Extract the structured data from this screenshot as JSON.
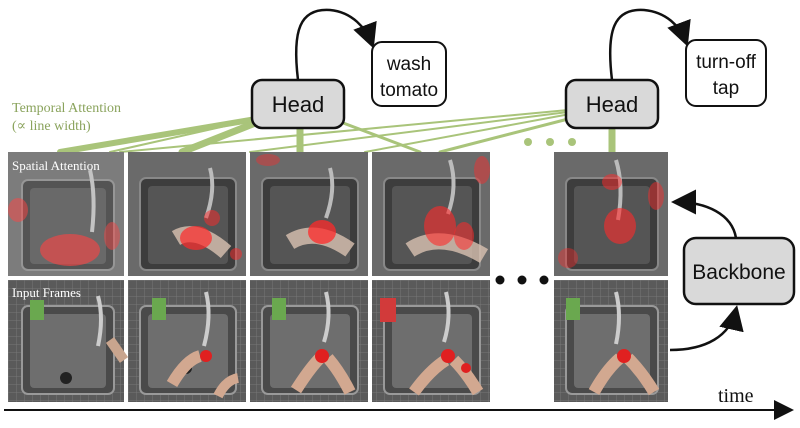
{
  "labels": {
    "temporal_attention_line1": "Temporal Attention",
    "temporal_attention_line2": "(∝ line width)",
    "spatial_attention": "Spatial Attention",
    "input_frames": "Input Frames",
    "head_left": "Head",
    "head_right": "Head",
    "output_left_line1": "wash",
    "output_left_line2": "tomato",
    "output_right_line1": "turn-off",
    "output_right_line2": "tap",
    "backbone": "Backbone",
    "time": "time",
    "ellipsis_dots_count": 3
  },
  "colors": {
    "attention_line": "#a9c47a",
    "temporal_label": "#8aa35c",
    "box_fill": "#d9d9d9",
    "box_stroke": "#111111",
    "attention_overlay": "#ff2a2a",
    "frame_dark": "#3b3b3b",
    "frame_sink": "#6e6e6e"
  },
  "frames": {
    "spatial_attention_columns": 5,
    "input_frame_columns": 5
  }
}
